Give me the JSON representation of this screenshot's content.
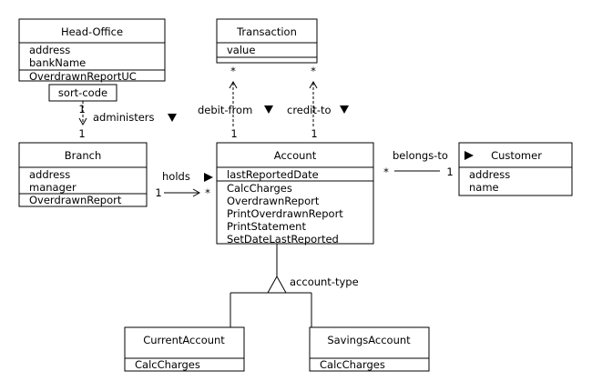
{
  "classes": {
    "head_office": {
      "name": "Head-Office",
      "attributes": [
        "address",
        "bankName"
      ],
      "operations": [
        "OverdrawnReportUC"
      ],
      "qualifier": "sort-code"
    },
    "transaction": {
      "name": "Transaction",
      "attributes": [
        "value"
      ],
      "operations": []
    },
    "branch": {
      "name": "Branch",
      "attributes": [
        "address",
        "manager"
      ],
      "operations": [
        "OverdrawnReport"
      ]
    },
    "account": {
      "name": "Account",
      "attributes": [
        "lastReportedDate"
      ],
      "operations": [
        "CalcCharges",
        "OverdrawnReport",
        "PrintOverdrawnReport",
        "PrintStatement",
        "SetDateLastReported"
      ]
    },
    "customer": {
      "name": "Customer",
      "attributes": [
        "address",
        "name"
      ],
      "operations": []
    },
    "current_account": {
      "name": "CurrentAccount",
      "attributes": [],
      "operations": [
        "CalcCharges"
      ]
    },
    "savings_account": {
      "name": "SavingsAccount",
      "attributes": [],
      "operations": [
        "CalcCharges"
      ]
    }
  },
  "associations": {
    "administers": {
      "label": "administers",
      "mult_top": "1",
      "mult_bottom": "1"
    },
    "debit_from": {
      "label": "debit-from",
      "mult_top": "*",
      "mult_bottom": "1"
    },
    "credit_to": {
      "label": "credit-to",
      "mult_top": "*",
      "mult_bottom": "1"
    },
    "holds": {
      "label": "holds",
      "mult_left": "1",
      "mult_right": "*"
    },
    "belongs_to": {
      "label": "belongs-to",
      "mult_left": "*",
      "mult_right": "1"
    },
    "generalization": {
      "label": "account-type"
    }
  }
}
